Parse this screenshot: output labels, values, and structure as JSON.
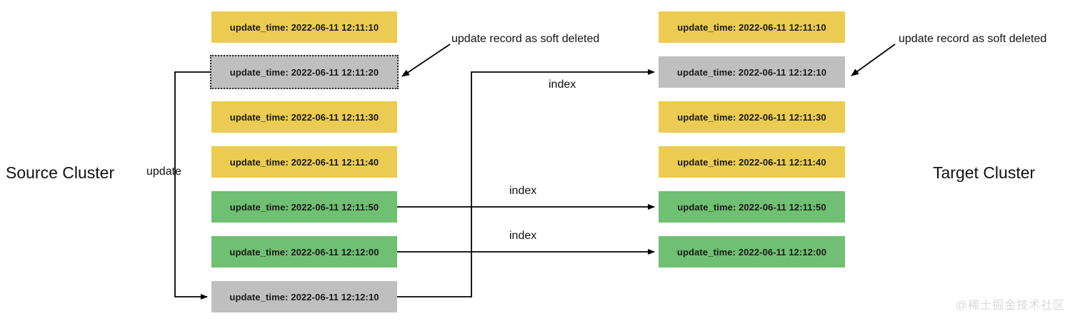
{
  "clusters": {
    "source": {
      "label": "Source Cluster"
    },
    "target": {
      "label": "Target Cluster"
    }
  },
  "colors": {
    "yellow": "#EBCB51",
    "green": "#6FC072",
    "gray": "#BFBFBF",
    "line": "#000000",
    "watermark": "#d9d9d9"
  },
  "source_records": [
    {
      "text": "update_time: 2022-06-11 12:11:10",
      "color": "yellow",
      "dotted": false
    },
    {
      "text": "update_time: 2022-06-11 12:11:20",
      "color": "gray",
      "dotted": true
    },
    {
      "text": "update_time: 2022-06-11 12:11:30",
      "color": "yellow",
      "dotted": false
    },
    {
      "text": "update_time: 2022-06-11 12:11:40",
      "color": "yellow",
      "dotted": false
    },
    {
      "text": "update_time: 2022-06-11 12:11:50",
      "color": "green",
      "dotted": false
    },
    {
      "text": "update_time: 2022-06-11 12:12:00",
      "color": "green",
      "dotted": false
    },
    {
      "text": "update_time: 2022-06-11 12:12:10",
      "color": "gray",
      "dotted": false
    }
  ],
  "target_records": [
    {
      "text": "update_time: 2022-06-11 12:11:10",
      "color": "yellow",
      "dotted": false
    },
    {
      "text": "update_time: 2022-06-11 12:12:10",
      "color": "gray",
      "dotted": false
    },
    {
      "text": "update_time: 2022-06-11 12:11:30",
      "color": "yellow",
      "dotted": false
    },
    {
      "text": "update_time: 2022-06-11 12:11:40",
      "color": "yellow",
      "dotted": false
    },
    {
      "text": "update_time: 2022-06-11 12:11:50",
      "color": "green",
      "dotted": false
    },
    {
      "text": "update_time: 2022-06-11 12:12:00",
      "color": "green",
      "dotted": false
    }
  ],
  "edges": {
    "update_label": "update",
    "index_label_top": "index",
    "index_label_middle": "index",
    "index_label_bottom": "index"
  },
  "annotations": {
    "left_note": "update record as soft deleted",
    "right_note": "update record as soft deleted"
  },
  "watermark": {
    "text": "@稀土掘金技术社区"
  }
}
